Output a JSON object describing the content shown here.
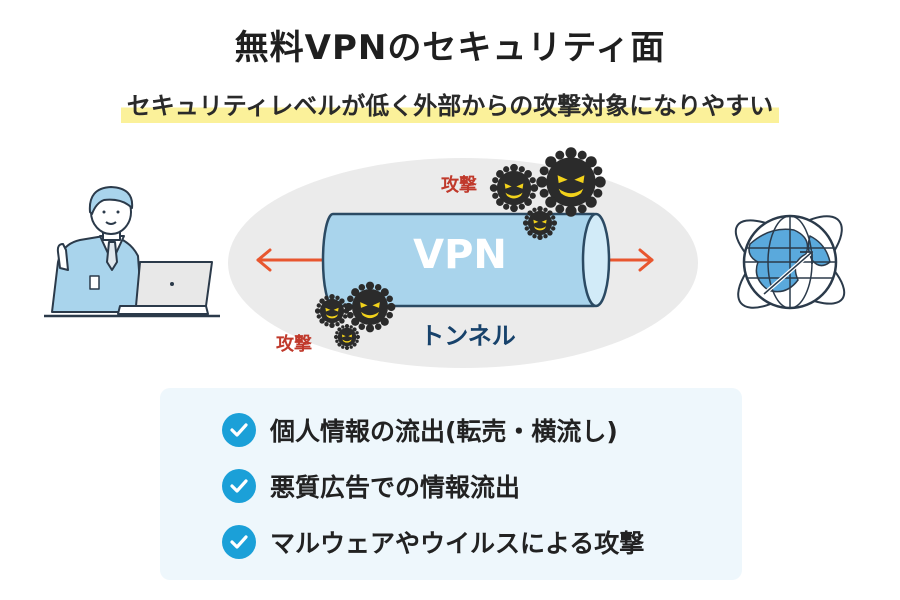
{
  "title": "無料VPNのセキュリティ面",
  "subtitle": "セキュリティレベルが低く外部からの攻撃対象になりやすい",
  "diagram": {
    "attack_label": "攻撃",
    "tunnel_name": "VPN",
    "tunnel_label": "トンネル",
    "icons": [
      "user-at-laptop",
      "virus",
      "globe-network"
    ]
  },
  "risks": [
    "個人情報の流出(転売・横流し)",
    "悪質広告での情報流出",
    "マルウェアやウイルスによる攻撃"
  ],
  "colors": {
    "check": "#1ba0d8",
    "attack_text": "#c0392b",
    "tunnel": "#a9d4ec",
    "arrow": "#e8562f",
    "highlight": "#fbf19a",
    "panel": "#eef7fc"
  }
}
